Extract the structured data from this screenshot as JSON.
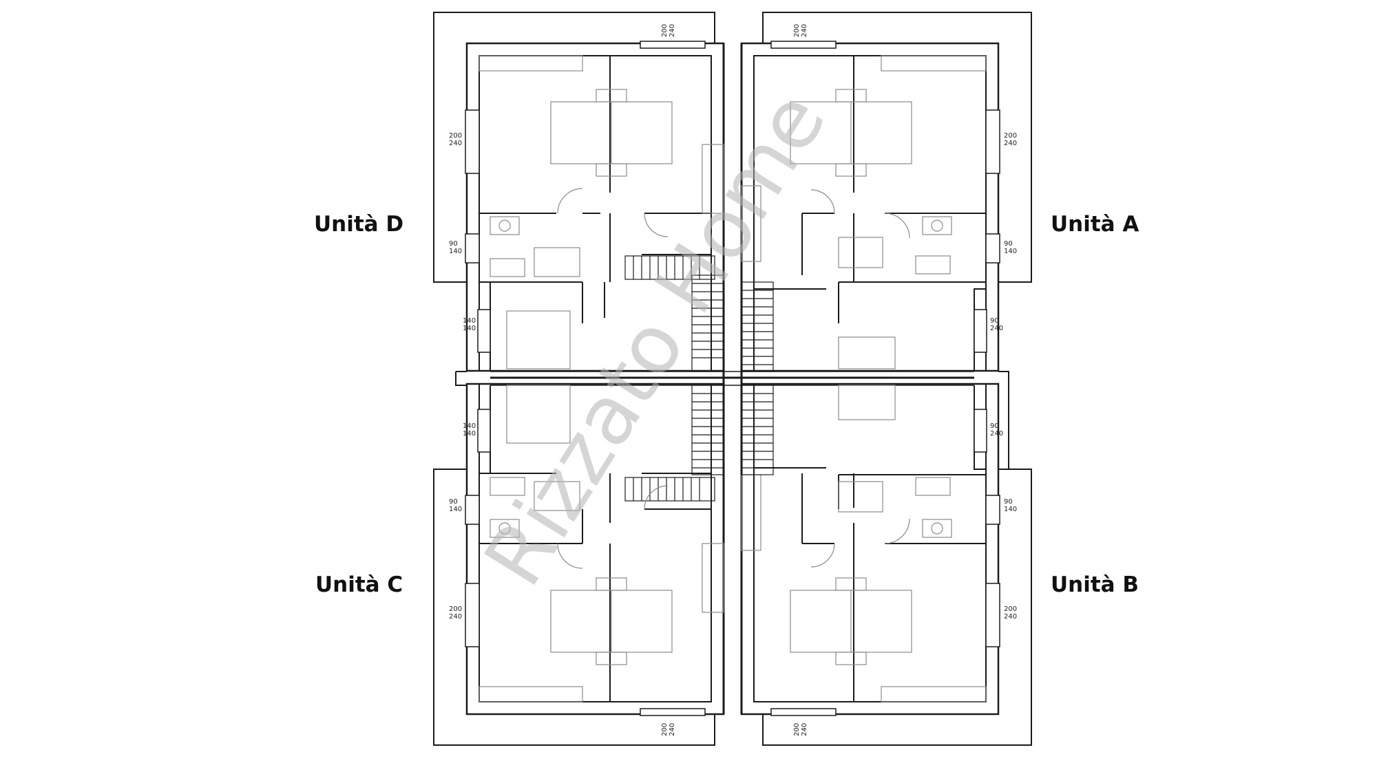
{
  "units": {
    "d": "Unità D",
    "a": "Unità A",
    "c": "Unità C",
    "b": "Unità B"
  },
  "watermark": "Rizzato Home",
  "window_dims": {
    "top_d": [
      "200",
      "240"
    ],
    "top_a": [
      "200",
      "240"
    ],
    "left_d_bed": [
      "200",
      "240"
    ],
    "left_d_bath": [
      "90",
      "140"
    ],
    "left_d_room": [
      "140",
      "140"
    ],
    "left_c_room": [
      "140",
      "140"
    ],
    "left_c_bath": [
      "90",
      "140"
    ],
    "left_c_bed": [
      "200",
      "240"
    ],
    "right_a_bed": [
      "200",
      "240"
    ],
    "right_a_bath": [
      "90",
      "140"
    ],
    "right_a_room": [
      "90",
      "240"
    ],
    "right_b_room": [
      "90",
      "240"
    ],
    "right_b_bath": [
      "90",
      "140"
    ],
    "right_b_bed": [
      "200",
      "240"
    ],
    "bottom_c": [
      "200",
      "240"
    ],
    "bottom_b": [
      "200",
      "240"
    ]
  },
  "colors": {
    "wall": "#1a1a1a",
    "furniture": "#8a8a8a",
    "watermark": "#b4b4b4"
  }
}
